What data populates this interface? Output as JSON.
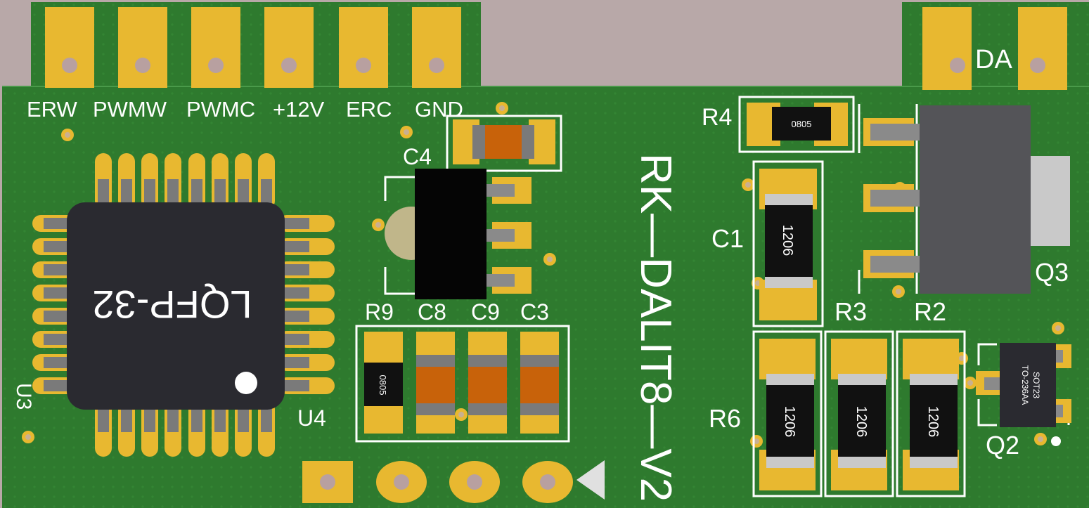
{
  "board": {
    "title": "RK-DALI T8-V2",
    "title_text": "RK—DALIT8—V2",
    "colors": {
      "pcb": "#2f7a2f",
      "pad": "#e8b830",
      "silkscreen": "#ffffff",
      "ic": "#2a2a30",
      "resistor": "#111111",
      "capacitor": "#c8620a"
    }
  },
  "connectors": {
    "top_pins": [
      "ERW",
      "PWMW",
      "PWMC",
      "+12V",
      "ERC",
      "GND"
    ],
    "right_label": "DA"
  },
  "ics": {
    "u3_package": "LQFP-32",
    "u3_ref": "U3",
    "u4_ref": "U4",
    "q2_package_line1": "SOT23",
    "q2_package_line2": "TO-236AA",
    "q2_ref": "Q2",
    "q3_ref": "Q3"
  },
  "passives": {
    "c4": "C4",
    "r9": "R9",
    "c8": "C8",
    "c9": "C9",
    "c3": "C3",
    "r9_size": "0805",
    "r4": "R4",
    "r4_size": "0805",
    "c1": "C1",
    "c1_size": "1206",
    "r3": "R3",
    "r2": "R2",
    "r6": "R6",
    "r6_size": "1206",
    "r3_size": "1206",
    "r2_size": "1206"
  }
}
